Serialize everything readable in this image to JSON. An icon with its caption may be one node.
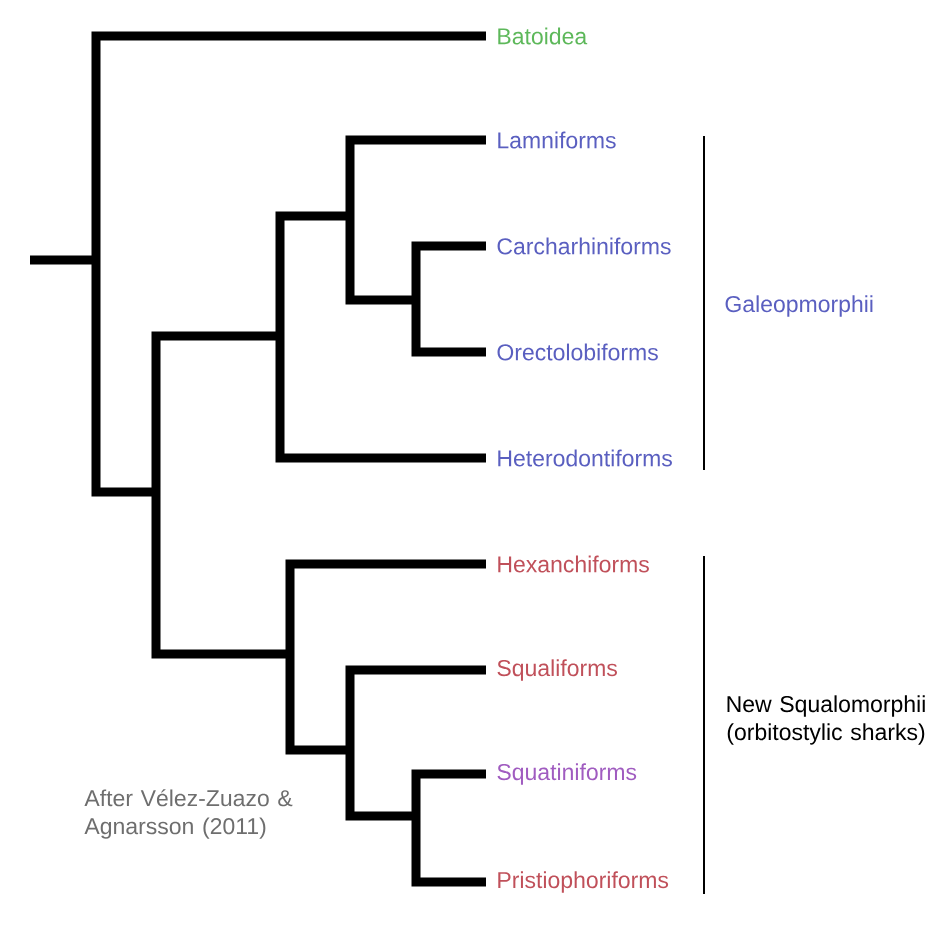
{
  "diagram": {
    "labels": [
      "Batoidea",
      "Lamniforms",
      "Carcharhiniforms",
      "Galeopmorphii",
      "Orectolobiforms",
      "Heterodontiforms",
      "Hexanchiforms",
      "Squaliforms",
      "New Squalomorphii (orbitostylic sharks)",
      "After Vélez-Zuazo & Agnarsson (2011)",
      "Squatiniforms",
      "Pristiophoriforms"
    ]
  }
}
